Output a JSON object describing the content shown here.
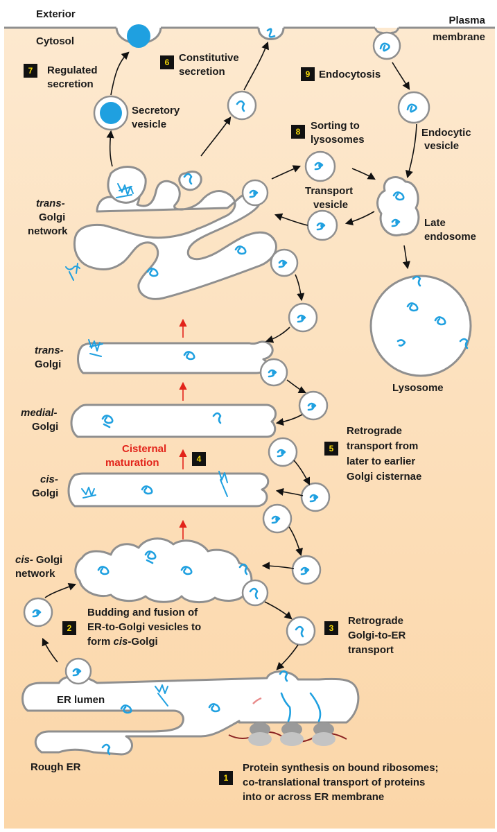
{
  "colors": {
    "cytosol_top": "#fde9cf",
    "cytosol_bottom": "#fbd6a8",
    "membrane": "#8f8f8f",
    "protein": "#1fa0e0",
    "cisternal_arrow": "#e2231a",
    "step_box": "#111111",
    "step_text": "#f5d90a"
  },
  "labels": {
    "exterior": "Exterior",
    "plasma_line1": "Plasma",
    "plasma_line2": "membrane",
    "cytosol": "Cytosol",
    "regulated_line1": "Regulated",
    "regulated_line2": "secretion",
    "constitutive_line1": "Constitutive",
    "constitutive_line2": "secretion",
    "endocytosis": "Endocytosis",
    "secretory_line1": "Secretory",
    "secretory_line2": "vesicle",
    "endocytic_line1": "Endocytic",
    "endocytic_line2": "vesicle",
    "sorting_line1": "Sorting to",
    "sorting_line2": "lysosomes",
    "transport_vesicle_line1": "Transport",
    "transport_vesicle_line2": "vesicle",
    "trans_golgi_network_line1": "trans-",
    "trans_golgi_network_line2": "Golgi",
    "trans_golgi_network_line3": "network",
    "late_endosome_line1": "Late",
    "late_endosome_line2": "endosome",
    "trans_golgi_line1": "trans-",
    "trans_golgi_line2": "Golgi",
    "lysosome": "Lysosome",
    "medial_golgi_line1": "medial-",
    "medial_golgi_line2": "Golgi",
    "retro5_line1": "Retrograde",
    "retro5_line2": "transport from",
    "retro5_line3": "later to earlier",
    "retro5_line4": "Golgi cisternae",
    "cisternal_line1": "Cisternal",
    "cisternal_line2": "maturation",
    "cis_golgi_line1": "cis-",
    "cis_golgi_line2": "Golgi",
    "cis_golgi_network_line1": "cis-",
    "cis_golgi_network_line1b": "Golgi",
    "cis_golgi_network_line2": "network",
    "budding_line1": "Budding and fusion of",
    "budding_line2": "ER-to-Golgi vesicles to",
    "budding_line3": "form ",
    "budding_line3_italic": "cis",
    "budding_line3_end": "-Golgi",
    "retro3_line1": "Retrograde",
    "retro3_line2": "Golgi-to-ER",
    "retro3_line3": "transport",
    "er_lumen": "ER lumen",
    "rough_er": "Rough ER",
    "synthesis_line1": "Protein synthesis on bound ribosomes;",
    "synthesis_line2": "co-translational transport of proteins",
    "synthesis_line3": "into or across ER membrane"
  },
  "steps": {
    "s1": "1",
    "s2": "2",
    "s3": "3",
    "s4": "4",
    "s5": "5",
    "s6": "6",
    "s7": "7",
    "s8": "8",
    "s9": "9"
  }
}
